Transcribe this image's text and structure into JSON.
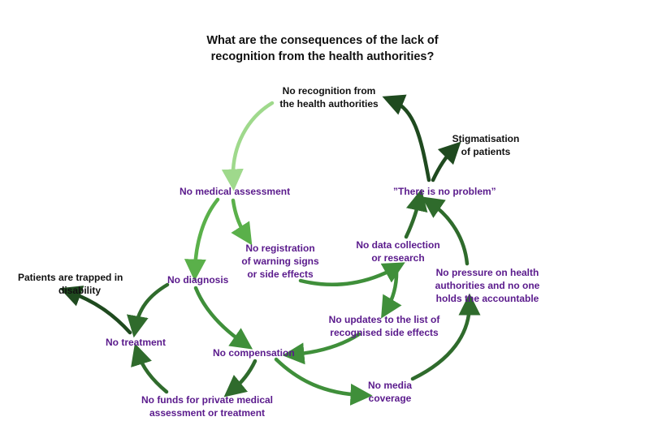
{
  "title": {
    "line1": "What are the consequences of the lack of",
    "line2": "recognition from the health authorities?"
  },
  "nodes": {
    "no_recognition": {
      "line1": "No recognition from",
      "line2": "the health authorities"
    },
    "stigmatisation": {
      "line1": "Stigmatisation",
      "line2": "of patients"
    },
    "no_medical_assessment": {
      "line1": "No medical assessment"
    },
    "there_is_no_problem": {
      "line1": "”There is no problem”"
    },
    "no_registration": {
      "line1": "No registration",
      "line2": "of warning signs",
      "line3": "or side effects"
    },
    "no_data_collection": {
      "line1": "No data collection",
      "line2": "or research"
    },
    "no_pressure": {
      "line1": "No pressure on health",
      "line2": "authorities and no one",
      "line3": "holds the accountable"
    },
    "patients_trapped": {
      "line1": "Patients are trapped in",
      "line2": "disability"
    },
    "no_diagnosis": {
      "line1": "No diagnosis"
    },
    "no_updates": {
      "line1": "No updates to the list of",
      "line2": "recognised side effects"
    },
    "no_treatment": {
      "line1": "No treatment"
    },
    "no_compensation": {
      "line1": "No compensation"
    },
    "no_media": {
      "line1": "No media",
      "line2": "coverage"
    },
    "no_funds": {
      "line1": "No funds for private medical",
      "line2": "assessment or treatment"
    }
  },
  "colors": {
    "light_green": "#9fd98c",
    "mid_green": "#5ab04a",
    "green": "#3f8f3a",
    "dark_green": "#2f6b2c",
    "darkest_green": "#1f4a1f",
    "purple_text": "#5a1a8c"
  }
}
